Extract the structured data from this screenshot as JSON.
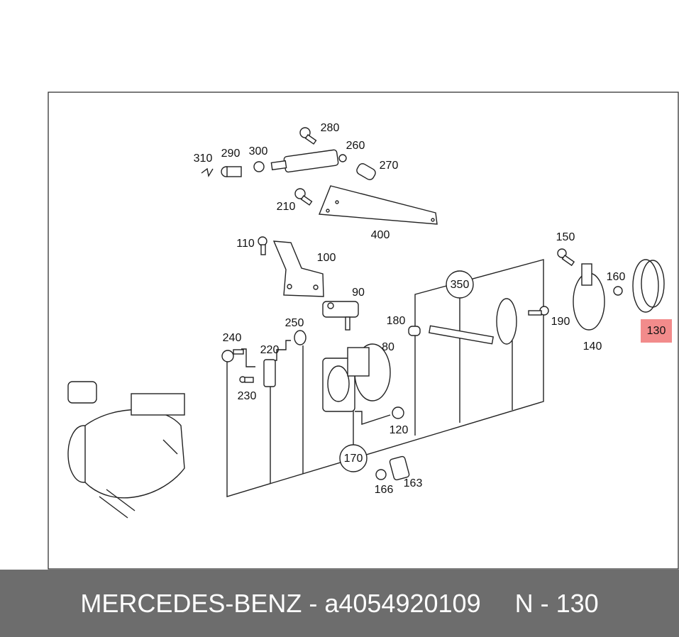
{
  "diagram": {
    "labels": {
      "p280": "280",
      "p260": "260",
      "p310": "310",
      "p290": "290",
      "p300": "300",
      "p270": "270",
      "p210": "210",
      "p400": "400",
      "p110": "110",
      "p100": "100",
      "p150": "150",
      "p160": "160",
      "p90": "90",
      "p350": "350",
      "p180": "180",
      "p190": "190",
      "p130": "130",
      "p140": "140",
      "p240": "240",
      "p250": "250",
      "p220": "220",
      "p80": "80",
      "p230": "230",
      "p120": "120",
      "p170": "170",
      "p166": "166",
      "p163": "163"
    },
    "highlight_color": "#f28b8b"
  },
  "footer": {
    "brand": "MERCEDES-BENZ - a4054920109",
    "position": "N - 130"
  }
}
